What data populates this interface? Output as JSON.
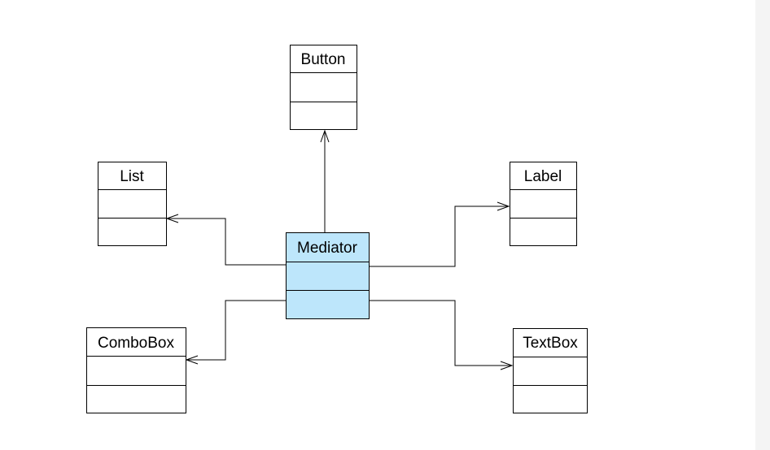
{
  "diagram": {
    "classes": {
      "button": {
        "name": "Button"
      },
      "list": {
        "name": "List"
      },
      "label": {
        "name": "Label"
      },
      "mediator": {
        "name": "Mediator"
      },
      "combobox": {
        "name": "ComboBox"
      },
      "textbox": {
        "name": "TextBox"
      }
    },
    "colors": {
      "mediator_fill": "#bde6fb",
      "class_fill": "#ffffff",
      "line": "#000000"
    },
    "relations": [
      {
        "from": "Mediator",
        "to": "Button",
        "type": "association"
      },
      {
        "from": "Mediator",
        "to": "List",
        "type": "association"
      },
      {
        "from": "Mediator",
        "to": "Label",
        "type": "association"
      },
      {
        "from": "Mediator",
        "to": "ComboBox",
        "type": "association"
      },
      {
        "from": "Mediator",
        "to": "TextBox",
        "type": "association"
      }
    ]
  }
}
